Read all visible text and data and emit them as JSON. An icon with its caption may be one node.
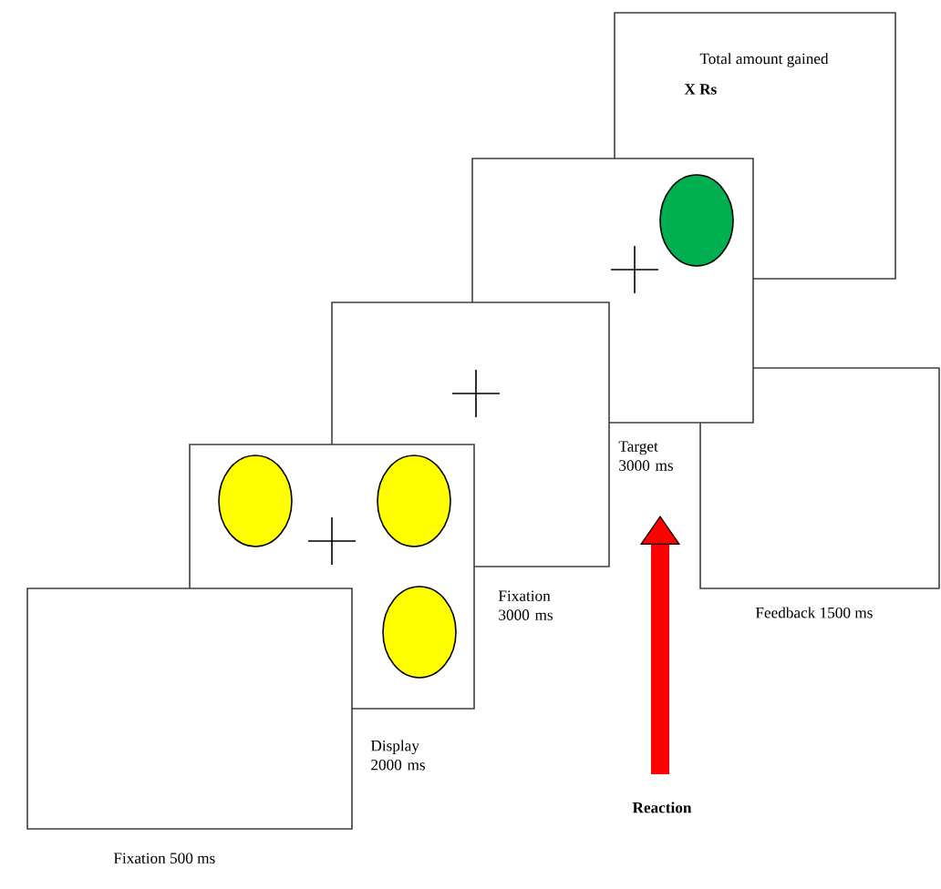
{
  "diagram": {
    "nodes": [
      {
        "text": [],
        "shape": "box",
        "beside": [
          "Fixation 500 ms"
        ]
      },
      {
        "text": [],
        "shape": "box",
        "beside": [
          "Display 2000 ms"
        ]
      },
      {
        "text": [],
        "shape": "box",
        "beside": [
          "Fixation 3000 ms"
        ]
      },
      {
        "text": [],
        "shape": "box"
      },
      {
        "text": [
          "Total amount gained",
          "X Rs"
        ]
      },
      {
        "text": [],
        "shape": "box",
        "beside": [
          "Feedback 1500 ms"
        ]
      }
    ],
    "labels": [
      "Target 3000 ms",
      "Reaction"
    ]
  }
}
